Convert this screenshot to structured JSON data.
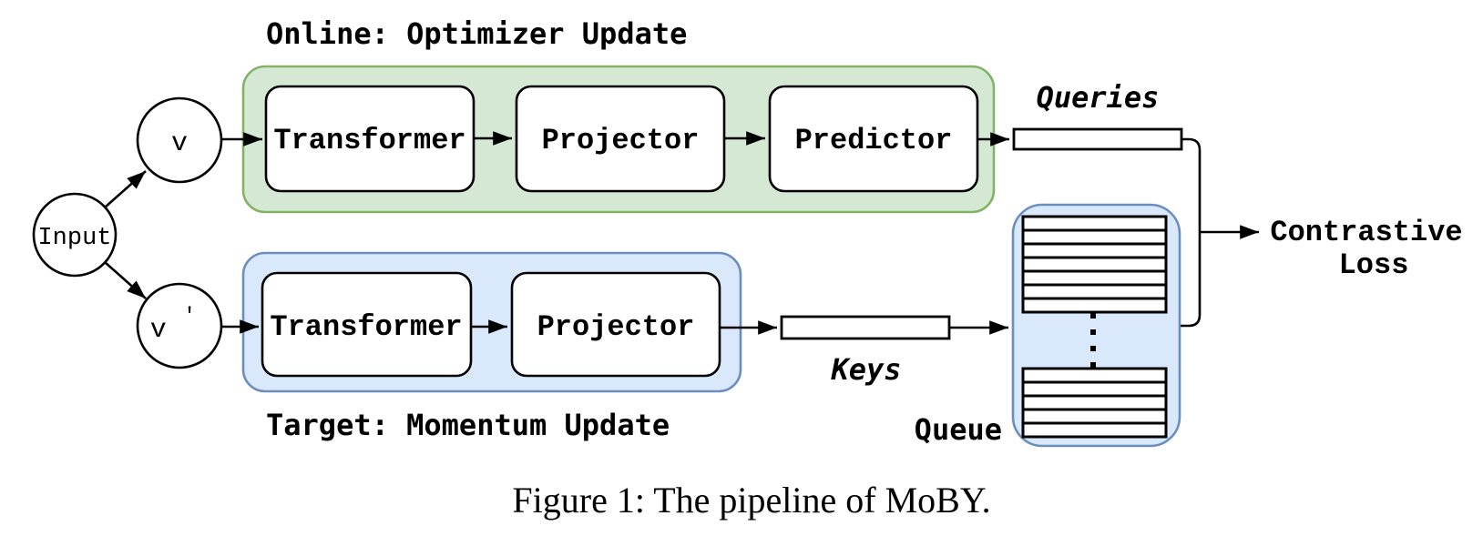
{
  "figure": {
    "caption": "Figure 1: The pipeline of MoBY."
  },
  "diagram": {
    "input": {
      "label": "Input"
    },
    "views": {
      "v": "v",
      "v_prime_base": "v",
      "v_prime_mark": "'"
    },
    "online": {
      "title": "Online: Optimizer Update",
      "title_color": "#0f7140",
      "container_fill": "#d5e8d4",
      "container_stroke": "#82b366",
      "boxes": [
        "Transformer",
        "Projector",
        "Predictor"
      ],
      "output_label": "Queries"
    },
    "target": {
      "title": "Target: Momentum Update",
      "title_color": "#0d55a3",
      "container_fill": "#dae8fc",
      "container_stroke": "#6c8ebf",
      "boxes": [
        "Transformer",
        "Projector"
      ],
      "output_label": "Keys"
    },
    "queue": {
      "label": "Queue"
    },
    "loss": {
      "line1": "Contrastive",
      "line2": "Loss"
    }
  }
}
